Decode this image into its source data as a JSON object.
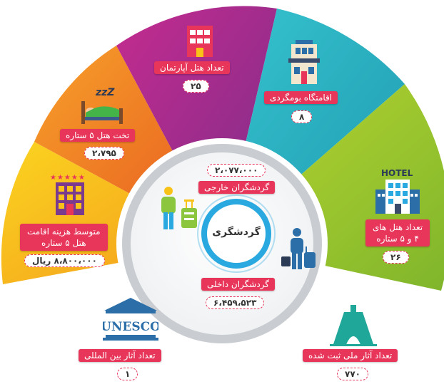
{
  "center": {
    "title": "گردشگری"
  },
  "stats": {
    "apartment_hotels": {
      "label": "تعداد هتل آپارتمان",
      "value": "۲۵"
    },
    "ecolodges": {
      "label": "اقامتگاه بومگردی",
      "value": "۸"
    },
    "five_star_beds": {
      "label": "تخت هتل ۵ ستاره",
      "value": "۲،۷۹۵"
    },
    "hotels_4_5_star": {
      "label_line1": "تعداد هتل های",
      "label_line2": "۴ و ۵ ستاره",
      "value": "۲۶"
    },
    "avg_cost": {
      "label_line1": "متوسط هزینه اقامت",
      "label_line2": "هتل ۵ ستاره",
      "value": "۸،۸۰۰،۰۰۰ ریال"
    },
    "foreign_tourists": {
      "label": "گردشگران خارجی",
      "value": "۲،۰۷۷،۰۰۰"
    },
    "domestic_tourists": {
      "label": "گردشگران داخلی",
      "value": "۶،۴۵۹،۵۲۳"
    },
    "intl_heritage": {
      "label": "تعداد آثار بین المللی",
      "value": "۱"
    },
    "national_heritage": {
      "label": "تعداد آثار ملی ثبت شده",
      "value": "۷۷۰"
    }
  },
  "icons": {
    "hotel_sign": "HOTEL",
    "unesco_text": "UNESCO",
    "sleep_text": "zzZ"
  },
  "colors": {
    "accent": "#e8355a",
    "purple": "#b5278a",
    "teal": "#2eb8c4",
    "green": "#a6cc2e",
    "orange": "#f38a1f",
    "yellow": "#f8c218",
    "grey_ring": "#c9cdd2",
    "blue_ring": "#29a9df"
  }
}
